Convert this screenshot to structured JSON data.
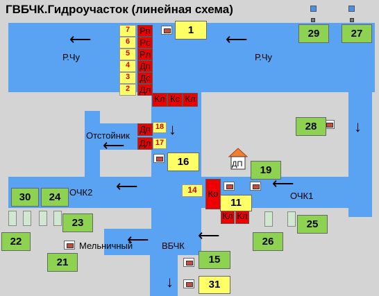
{
  "title": "ГВБЧК.Гидроучасток (линейная схема)",
  "labels": {
    "r_chu_left": "Р.Чу",
    "r_chu_right": "Р.Чу",
    "otstoynik": "Отстойник",
    "ochk2": "ОЧК2",
    "ochk1": "ОЧК1",
    "melnichny": "Мельничный",
    "vbchk": "ВБЧК",
    "dp": "ДП"
  },
  "gates_column": [
    {
      "num": "7",
      "code": "Рп"
    },
    {
      "num": "6",
      "code": "Рс"
    },
    {
      "num": "5",
      "code": "Рл"
    },
    {
      "num": "4",
      "code": "Дп"
    },
    {
      "num": "3",
      "code": "Дс"
    },
    {
      "num": "2",
      "code": "Дл"
    }
  ],
  "gates_row_top": [
    "Кл",
    "Кс",
    "Кл"
  ],
  "gates_otstoynik": [
    {
      "code": "Дп",
      "num": "18"
    },
    {
      "code": "Дл",
      "num": "17"
    }
  ],
  "gate_14": {
    "num": "14",
    "code": "Ко"
  },
  "gates_row_bottom": [
    "Кл",
    "Кл"
  ],
  "points": {
    "p1": "1",
    "p11": "11",
    "p15": "15",
    "p16": "16",
    "p31": "31",
    "p19": "19",
    "p21": "21",
    "p22": "22",
    "p23": "23",
    "p24": "24",
    "p25": "25",
    "p26": "26",
    "p27": "27",
    "p28": "28",
    "p29": "29",
    "p30": "30"
  },
  "colors": {
    "water": "#5aa2f2",
    "gate_red": "#ee0000",
    "point_yellow": "#ffff66",
    "point_green": "#8dd250",
    "background": "#d4d4d4"
  }
}
